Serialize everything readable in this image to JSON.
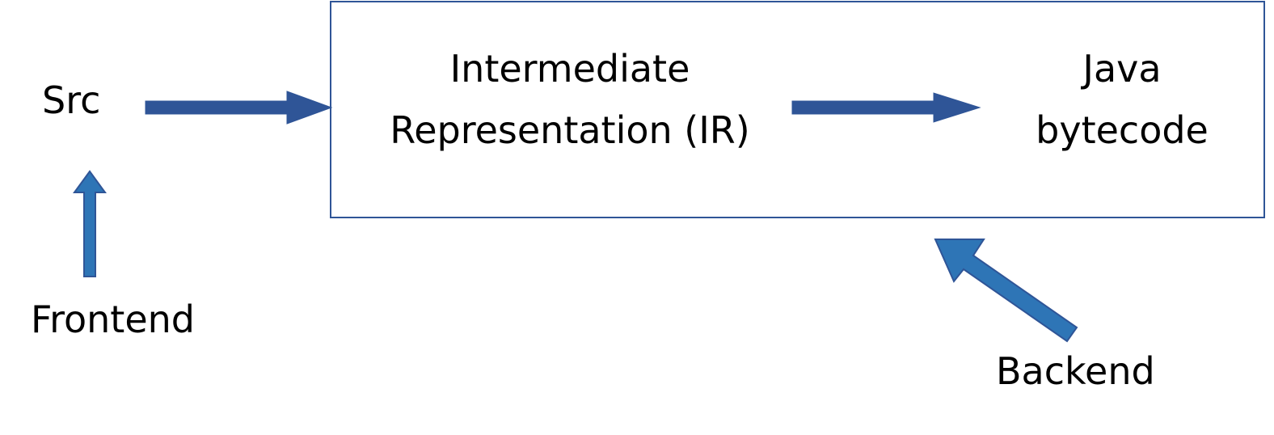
{
  "labels": {
    "src": "Src",
    "frontend": "Frontend",
    "ir_line1": "Intermediate",
    "ir_line2": "Representation (IR)",
    "target_line1": "Java",
    "target_line2": "bytecode",
    "backend": "Backend"
  },
  "colors": {
    "arrow_dark": "#2F5597",
    "arrow_light": "#2E75B6",
    "box_border": "#2F5597"
  }
}
